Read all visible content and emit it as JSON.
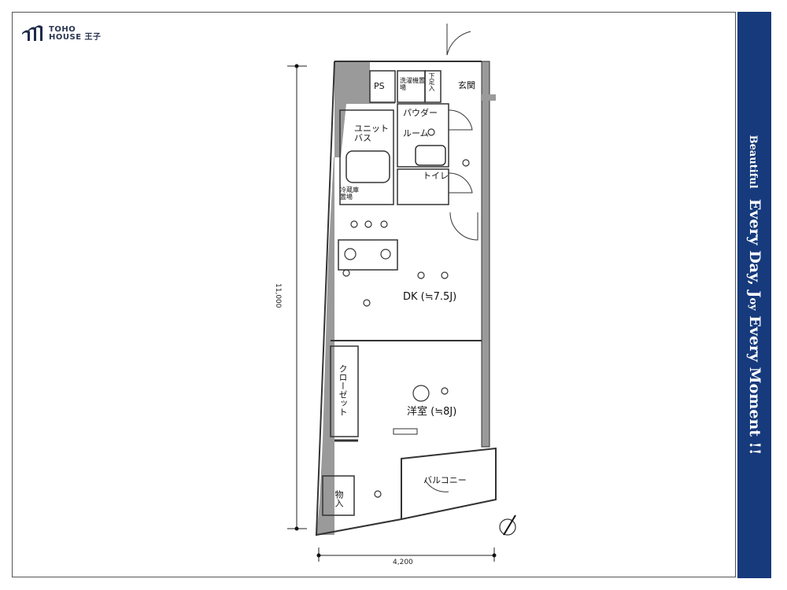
{
  "brand": {
    "line1": "TOHO",
    "line2": "HOUSE 王子"
  },
  "tagline": {
    "word1": "Beautiful",
    "part2": "Every Day, J",
    "oy": "oy",
    "part3": " Every Moment !!"
  },
  "colors": {
    "sidebar": "#163a7c",
    "wall": "#9a9a9a"
  },
  "dimensions": {
    "height": "11,000",
    "width": "4,200"
  },
  "rooms": {
    "ps": "PS",
    "laundry": "洗濯機置場",
    "shoe": "下足入",
    "entrance": "玄関",
    "powder1": "パウダー",
    "powder2": "ルーム",
    "bath1": "ユニット",
    "bath2": "バス",
    "toilet": "トイレ",
    "fridge": "冷蔵庫置場",
    "dk": "DK (≒7.5J)",
    "closet": "クローゼット",
    "western": "洋室 (≒8J)",
    "balcony": "バルコニー",
    "storage": "物入"
  }
}
